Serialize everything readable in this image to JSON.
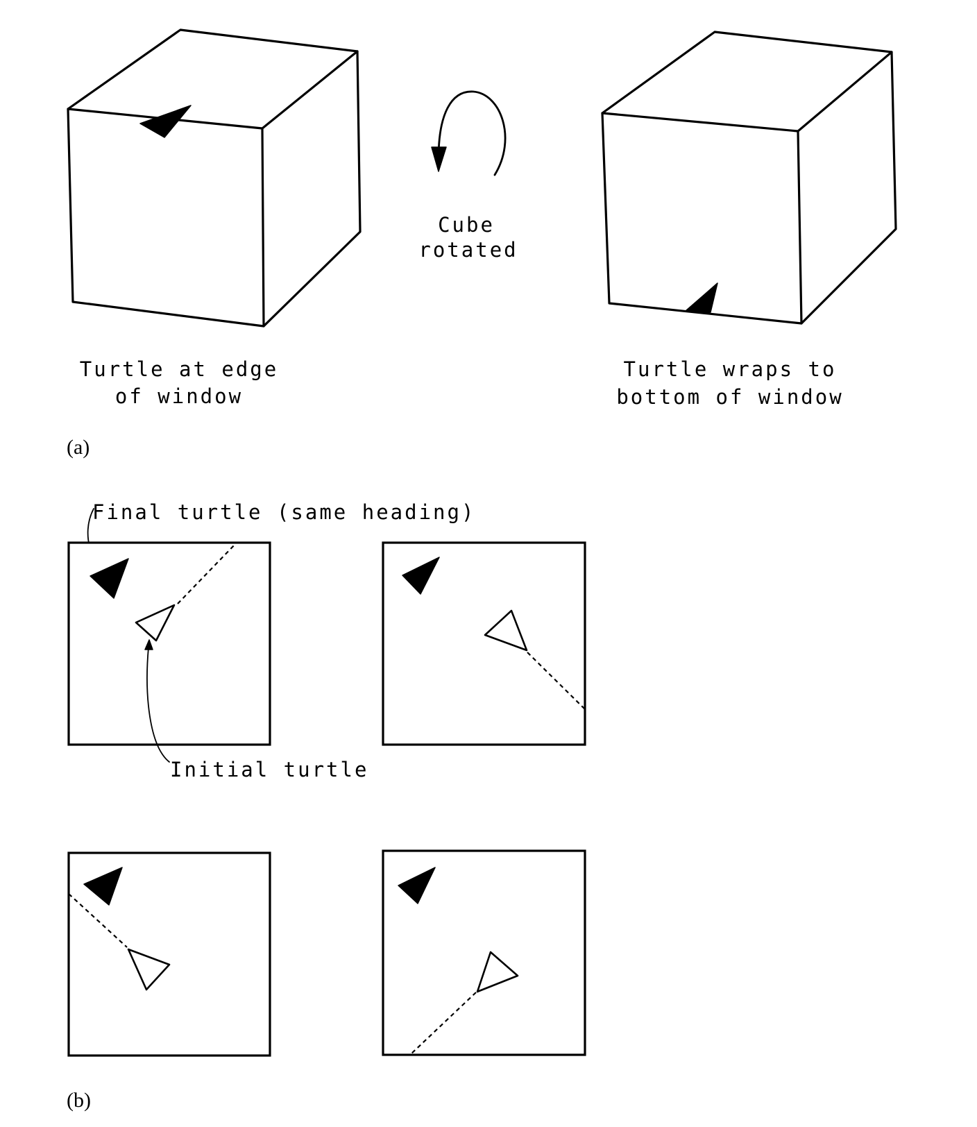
{
  "part_a": {
    "label": "(a)",
    "center_caption": [
      "Cube",
      "rotated"
    ],
    "left_caption": [
      "Turtle at edge",
      "of window"
    ],
    "right_caption": [
      "Turtle wraps to",
      "bottom of window"
    ]
  },
  "part_b": {
    "label": "(b)",
    "final_turtle_caption": "Final turtle (same heading)",
    "initial_turtle_caption": "Initial turtle"
  }
}
